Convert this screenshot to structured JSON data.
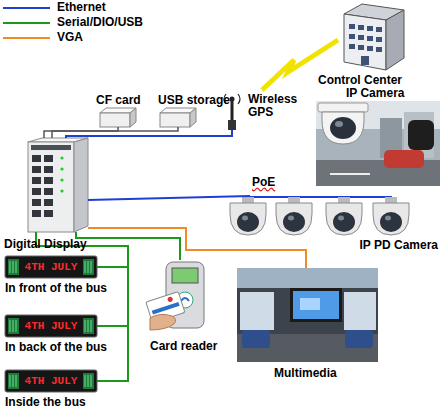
{
  "diagram": {
    "nodes": [
      {
        "text": [
          "Control Center"
        ]
      },
      {
        "text": [
          "CF card"
        ]
      },
      {
        "text": [
          "USB storage"
        ]
      },
      {
        "text": [
          "Wireless GPS"
        ]
      },
      {
        "text": [
          "IP Camera"
        ]
      },
      {
        "text": []
      },
      {
        "text": [
          "IP PD Camera"
        ]
      },
      {
        "text": [
          "4TH JULY",
          "In front of the bus"
        ]
      },
      {
        "text": [
          "4TH JULY",
          "In back of the bus"
        ]
      },
      {
        "text": [
          "4TH JULY",
          "Inside the bus"
        ]
      },
      {
        "text": [
          "Card reader"
        ]
      },
      {
        "text": [
          "Multimedia"
        ]
      }
    ],
    "edges": [
      {
        "from": 5,
        "to": 1,
        "arrow": "none"
      },
      {
        "from": 5,
        "to": 2,
        "arrow": "none"
      },
      {
        "from": 5,
        "to": 3,
        "arrow": "none"
      },
      {
        "from": 3,
        "to": 0,
        "arrow": "none"
      },
      {
        "from": 5,
        "to": 6,
        "label": "PoE",
        "arrow": "none"
      },
      {
        "from": 5,
        "to": 7,
        "arrow": "none"
      },
      {
        "from": 5,
        "to": 8,
        "arrow": "none"
      },
      {
        "from": 5,
        "to": 9,
        "arrow": "none"
      },
      {
        "from": 5,
        "to": 10,
        "arrow": "none"
      },
      {
        "from": 5,
        "to": 11,
        "arrow": "none"
      }
    ],
    "labels": [
      "Digital Display"
    ],
    "legend": [
      {
        "text": "Ethernet"
      },
      {
        "text": "Serial/DIO/USB"
      },
      {
        "text": "VGA"
      }
    ]
  }
}
